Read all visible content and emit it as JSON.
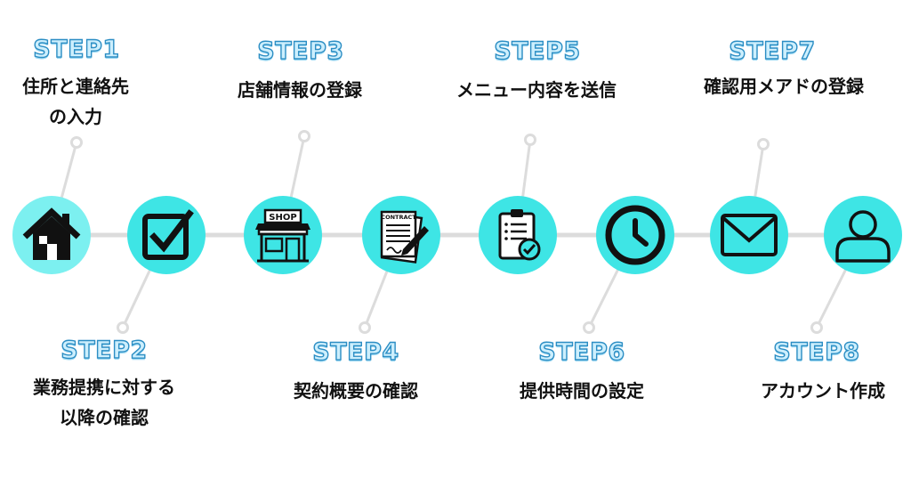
{
  "steps": [
    {
      "step": "STEP1",
      "lines": [
        "住所と連絡先",
        "の入力"
      ],
      "icon": "house-icon"
    },
    {
      "step": "STEP2",
      "lines": [
        "業務提携に対する",
        "以降の確認"
      ],
      "icon": "checkbox-icon"
    },
    {
      "step": "STEP3",
      "lines": [
        "店舗情報の登録"
      ],
      "icon": "shop-icon",
      "icon_text": "SHOP"
    },
    {
      "step": "STEP4",
      "lines": [
        "契約概要の確認"
      ],
      "icon": "contract-icon",
      "icon_text": "CONTRACT"
    },
    {
      "step": "STEP5",
      "lines": [
        "メニュー内容を送信"
      ],
      "icon": "clipboard-check-icon"
    },
    {
      "step": "STEP6",
      "lines": [
        "提供時間の設定"
      ],
      "icon": "clock-icon"
    },
    {
      "step": "STEP7",
      "lines": [
        "確認用メアドの登録"
      ],
      "icon": "envelope-icon"
    },
    {
      "step": "STEP8",
      "lines": [
        "アカウント作成"
      ],
      "icon": "user-icon"
    }
  ],
  "colors": {
    "circle_fill": "#3ee5e5",
    "circle_fill_first": "#7cf0f0",
    "line": "#dcdcdc",
    "icon_stroke": "#111111",
    "step_text": "#cdeffd",
    "step_outline": "#2c8ec4"
  }
}
